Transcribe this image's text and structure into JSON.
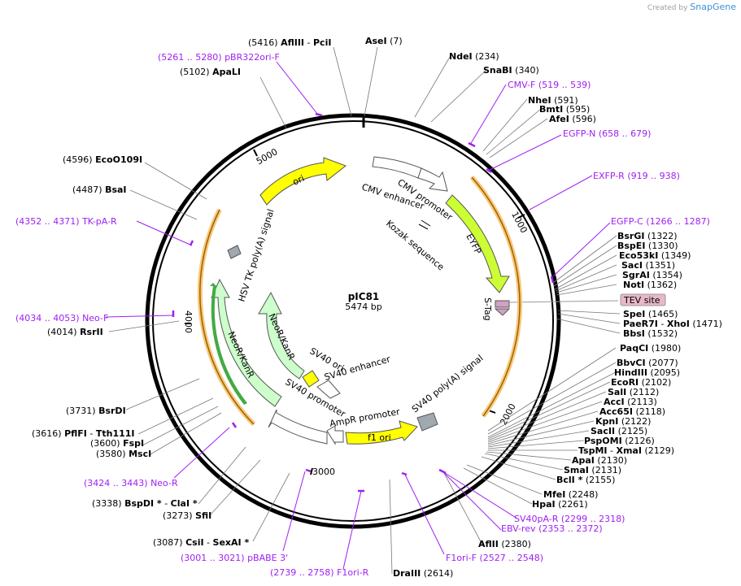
{
  "credit": {
    "created_by": "Created by",
    "brand": "SnapGene"
  },
  "plasmid": {
    "name": "pIC81",
    "size": "5474 bp"
  },
  "ruler": [
    "5000",
    "1000",
    "4000",
    "2000",
    "3000"
  ],
  "enzymes_left": [
    {
      "pos": "(5416)",
      "name": "AflIII",
      "sep": " - ",
      "name2": "PciI"
    },
    {
      "pos": "(5102)",
      "name": "ApaLI"
    },
    {
      "pos": "(4596)",
      "name": "EcoO109I"
    },
    {
      "pos": "(4487)",
      "name": "BsaI"
    },
    {
      "pos": "(4014)",
      "name": "RsrII"
    },
    {
      "pos": "(3731)",
      "name": "BsrDI"
    },
    {
      "pos": "(3616)",
      "name": "PflFI",
      "sep": " - ",
      "name2": "Tth111I"
    },
    {
      "pos": "(3600)",
      "name": "FspI"
    },
    {
      "pos": "(3580)",
      "name": "MscI"
    },
    {
      "pos": "(3338)",
      "name": "BspDI *",
      "sep": " - ",
      "name2": "ClaI *"
    },
    {
      "pos": "(3273)",
      "name": "SfiI"
    },
    {
      "pos": "(3087)",
      "name": "CsiI",
      "sep": " - ",
      "name2": "SexAI *"
    }
  ],
  "enzymes_right": [
    {
      "name": "AseI",
      "pos": "(7)"
    },
    {
      "name": "NdeI",
      "pos": "(234)"
    },
    {
      "name": "SnaBI",
      "pos": "(340)"
    },
    {
      "name": "NheI",
      "pos": "(591)"
    },
    {
      "name": "BmtI",
      "pos": "(595)"
    },
    {
      "name": "AfeI",
      "pos": "(596)"
    },
    {
      "name": "BsrGI",
      "pos": "(1322)"
    },
    {
      "name": "BspEI",
      "pos": "(1330)"
    },
    {
      "name": "Eco53kI",
      "pos": "(1349)"
    },
    {
      "name": "SacI",
      "pos": "(1351)"
    },
    {
      "name": "SgrAI",
      "pos": "(1354)"
    },
    {
      "name": "NotI",
      "pos": "(1362)"
    },
    {
      "name": "SpeI",
      "pos": "(1465)"
    },
    {
      "name": "PaeR7I",
      "sep": " - ",
      "name2": "XhoI",
      "pos": "(1471)"
    },
    {
      "name": "BbsI",
      "pos": "(1532)"
    },
    {
      "name": "PaqCI",
      "pos": "(1980)"
    },
    {
      "name": "BbvCI",
      "pos": "(2077)"
    },
    {
      "name": "HindIII",
      "pos": "(2095)"
    },
    {
      "name": "EcoRI",
      "pos": "(2102)"
    },
    {
      "name": "SalI",
      "pos": "(2112)"
    },
    {
      "name": "AccI",
      "pos": "(2113)"
    },
    {
      "name": "Acc65I",
      "pos": "(2118)"
    },
    {
      "name": "KpnI",
      "pos": "(2122)"
    },
    {
      "name": "SacII",
      "pos": "(2125)"
    },
    {
      "name": "PspOMI",
      "pos": "(2126)"
    },
    {
      "name": "TspMI",
      "sep": " - ",
      "name2": "XmaI",
      "pos": "(2129)"
    },
    {
      "name": "ApaI",
      "pos": "(2130)"
    },
    {
      "name": "SmaI",
      "pos": "(2131)"
    },
    {
      "name": "BclI *",
      "pos": "(2155)"
    },
    {
      "name": "MfeI",
      "pos": "(2248)"
    },
    {
      "name": "HpaI",
      "pos": "(2261)"
    },
    {
      "name": "AflII",
      "pos": "(2380)"
    },
    {
      "name": "DraIII",
      "pos": "(2614)"
    }
  ],
  "primers": [
    {
      "range": "(5261 .. 5280)",
      "name": "pBR322ori-F"
    },
    {
      "name": "CMV-F",
      "range": "(519 .. 539)"
    },
    {
      "name": "EGFP-N",
      "range": "(658 .. 679)"
    },
    {
      "name": "EXFP-R",
      "range": "(919 .. 938)"
    },
    {
      "name": "EGFP-C",
      "range": "(1266 .. 1287)"
    },
    {
      "range": "(4352 .. 4371)",
      "name": "TK-pA-R"
    },
    {
      "range": "(4034 .. 4053)",
      "name": "Neo-F"
    },
    {
      "range": "(3424 .. 3443)",
      "name": "Neo-R"
    },
    {
      "name": "SV40pA-R",
      "range": "(2299 .. 2318)"
    },
    {
      "name": "EBV-rev",
      "range": "(2353 .. 2372)"
    },
    {
      "name": "F1ori-F",
      "range": "(2527 .. 2548)"
    },
    {
      "range": "(3001 .. 3021)",
      "name": "pBABE 3'"
    },
    {
      "range": "(2739 .. 2758)",
      "name": "F1ori-R"
    }
  ],
  "features": {
    "ori": "ori",
    "cmv_enhancer": "CMV enhancer",
    "cmv_promoter": "CMV promoter",
    "kozak": "Kozak sequence",
    "eyfp": "EYFP",
    "stag": "S-Tag",
    "tev": "TEV site",
    "sv40_polya": "SV40 poly(A) signal",
    "f1_ori": "f1 ori",
    "ampr_promoter": "AmpR promoter",
    "sv40_promoter": "SV40 promoter",
    "sv40_ori": "SV40 ori",
    "sv40_enhancer": "SV40 enhancer",
    "neor_inner": "NeoR/KanR",
    "neor_outer": "NeoR/KanR",
    "hsv_tk": "HSV TK poly(A) signal"
  },
  "colors": {
    "ori": "#ffff00",
    "eyfp": "#ccff33",
    "neor": "#ccffcc",
    "primer": "#a020f0",
    "tev": "#e8b8c8"
  }
}
